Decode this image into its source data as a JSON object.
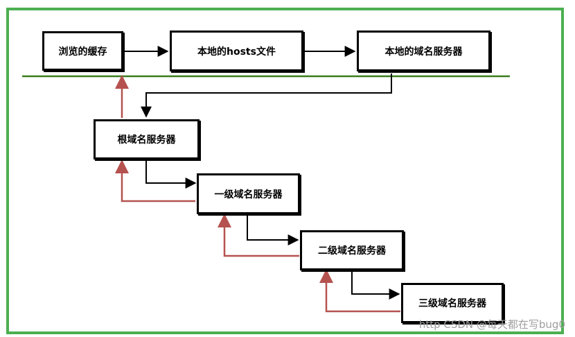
{
  "diagram": {
    "nodes": {
      "browser_cache": "浏览的缓存",
      "hosts_file": "本地的hosts文件",
      "local_dns": "本地的域名服务器",
      "root_dns": "根域名服务器",
      "level1_dns": "一级域名服务器",
      "level2_dns": "二级域名服务器",
      "level3_dns": "三级域名服务器"
    }
  },
  "colors": {
    "frame": "#4caf50",
    "divider": "#3a7d1e",
    "request_arrow": "#000000",
    "response_arrow": "#b5524f"
  },
  "watermark": "http CSDN @每天都在写bug0"
}
